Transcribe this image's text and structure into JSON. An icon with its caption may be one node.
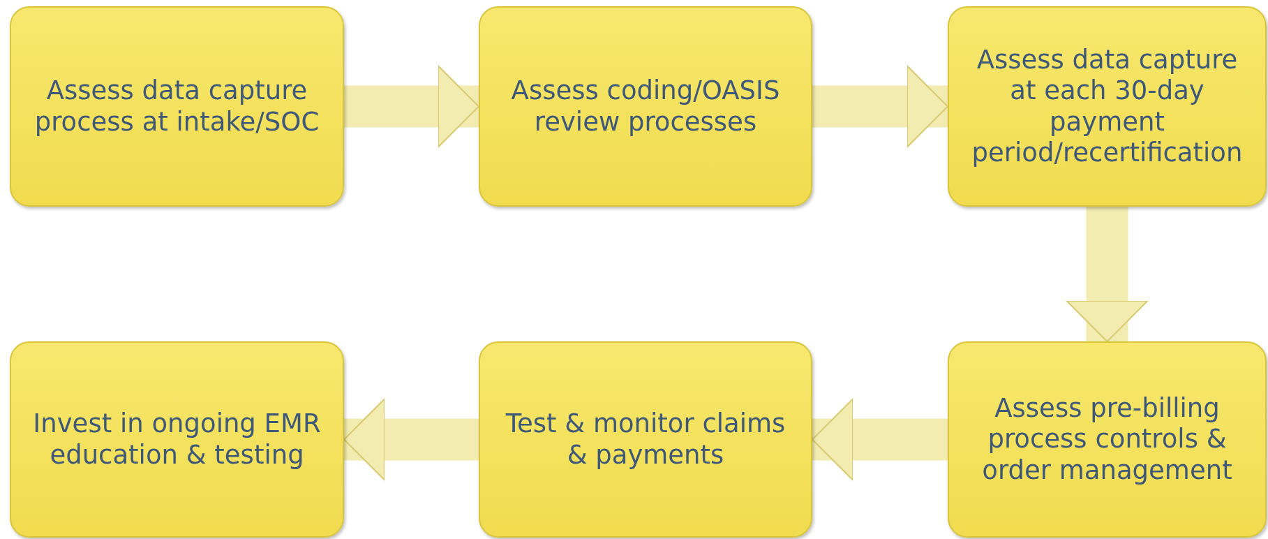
{
  "diagram": {
    "nodes": [
      {
        "text": [
          "Assess data capture process at intake/SOC"
        ]
      },
      {
        "text": [
          "Assess coding/OASIS review processes"
        ]
      },
      {
        "text": [
          "Assess data capture at each 30-day payment period/recertification"
        ]
      },
      {
        "text": [
          "Assess pre-billing process controls & order management"
        ]
      },
      {
        "text": [
          "Test & monitor claims & payments"
        ]
      },
      {
        "text": [
          "Invest in ongoing EMR education & testing"
        ]
      }
    ],
    "edges": [
      {
        "from": 0,
        "to": 1,
        "arrow": "to"
      },
      {
        "from": 1,
        "to": 2,
        "arrow": "to"
      },
      {
        "from": 2,
        "to": 3,
        "arrow": "to"
      },
      {
        "from": 3,
        "to": 4,
        "arrow": "to"
      },
      {
        "from": 4,
        "to": 5,
        "arrow": "to"
      }
    ]
  }
}
